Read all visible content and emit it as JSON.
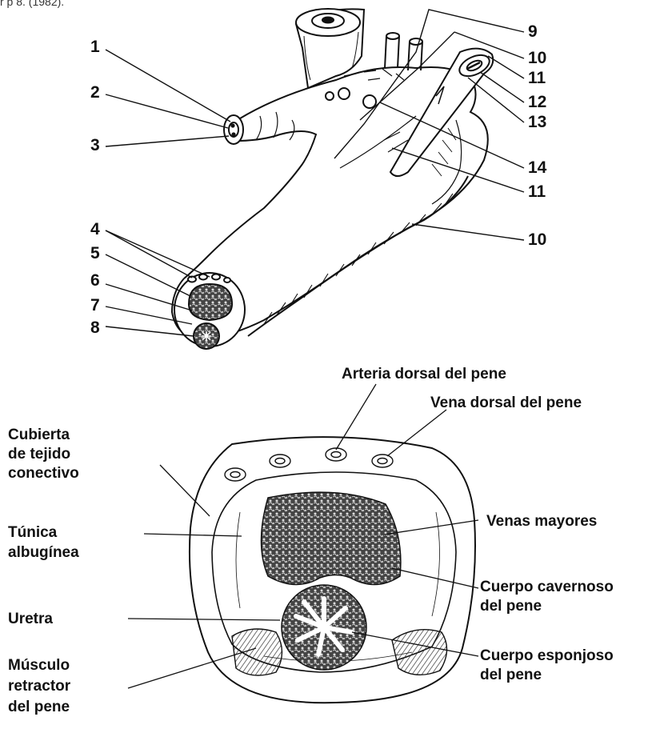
{
  "header_fragment": "r p 8. (1982).",
  "upper_numbers": {
    "n1": "1",
    "n2": "2",
    "n3": "3",
    "n4": "4",
    "n5": "5",
    "n6": "6",
    "n7": "7",
    "n8": "8",
    "n9": "9",
    "n10a": "10",
    "n11a": "11",
    "n12": "12",
    "n13": "13",
    "n14": "14",
    "n11b": "11",
    "n10b": "10"
  },
  "lower_labels": {
    "arteria_dorsal": "Arteria dorsal del pene",
    "vena_dorsal": "Vena dorsal del pene",
    "cubierta_1": "Cubierta",
    "cubierta_2": "de tejido",
    "cubierta_3": "conectivo",
    "tunica_1": "Túnica",
    "tunica_2": "albugínea",
    "venas_mayores": "Venas mayores",
    "cuerpo_cavernoso_1": "Cuerpo cavernoso",
    "cuerpo_cavernoso_2": "del pene",
    "uretra": "Uretra",
    "cuerpo_esponjoso_1": "Cuerpo esponjoso",
    "cuerpo_esponjoso_2": "del pene",
    "musculo_1": "Músculo",
    "musculo_2": "retractor",
    "musculo_3": "del pene"
  }
}
